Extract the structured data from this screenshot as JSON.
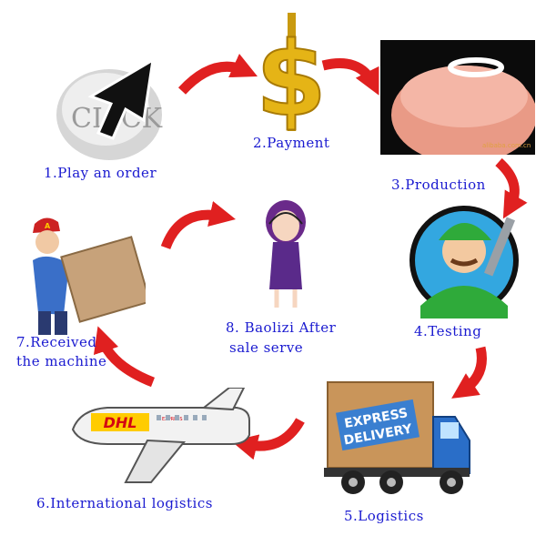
{
  "steps": {
    "s1": "1.Play an order",
    "s2": "2.Payment",
    "s3": "3.Production",
    "s4": "4.Testing",
    "s5": "5.Logistics",
    "s6": "6.International logistics",
    "s7_line1": "7.Received",
    "s7_line2": "the machine",
    "s8_line1": "8. Baolizi After",
    "s8_line2": "sale serve"
  },
  "illustrations": {
    "click_text": "CLICK",
    "watermark": "alibaba.com.cn",
    "truck_box_line1": "EXPRESS",
    "truck_box_line2": "DELIVERY",
    "plane_logo": "DHL",
    "plane_small": "EXPRESS",
    "cap_letter": "A"
  },
  "colors": {
    "label": "#1a1ad0",
    "arrow": "#e02020"
  }
}
